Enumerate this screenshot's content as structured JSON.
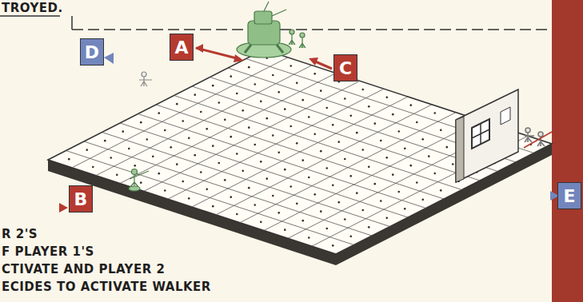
{
  "diagram": {
    "labels": [
      "TROYED.",
      "A",
      "C",
      "D",
      "B",
      "E",
      "R 2'S",
      "F PLAYER 1'S",
      "CTIVATE AND PLAYER 2",
      "ECIDES TO ACTIVATE WALKER"
    ]
  }
}
